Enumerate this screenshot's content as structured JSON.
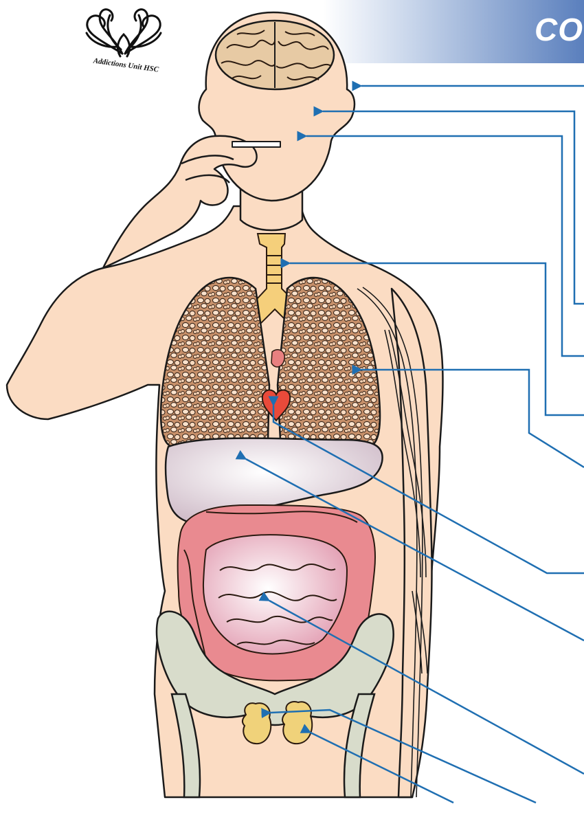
{
  "header": {
    "title_fragment": "CO",
    "banner_color_start": "#ffffff",
    "banner_color_end": "#5a7fbd"
  },
  "logo": {
    "caption": "Addictions Unit HSC"
  },
  "colors": {
    "skin": "#fbdcc3",
    "outline": "#1a1a1a",
    "pointer_line": "#1f6fb2",
    "lung_fill": "#c98f67",
    "intestine": "#e98a90",
    "liver": "#d8c8d3",
    "bone": "#d8dccb",
    "trachea": "#f5cf7b",
    "heart": "#e94a3a"
  },
  "pointers": [
    {
      "name": "pointer-brain"
    },
    {
      "name": "pointer-nose"
    },
    {
      "name": "pointer-mouth"
    },
    {
      "name": "pointer-trachea"
    },
    {
      "name": "pointer-lungs"
    },
    {
      "name": "pointer-heart"
    },
    {
      "name": "pointer-liver"
    },
    {
      "name": "pointer-intestines"
    },
    {
      "name": "pointer-bladder"
    },
    {
      "name": "pointer-kidneys"
    }
  ]
}
